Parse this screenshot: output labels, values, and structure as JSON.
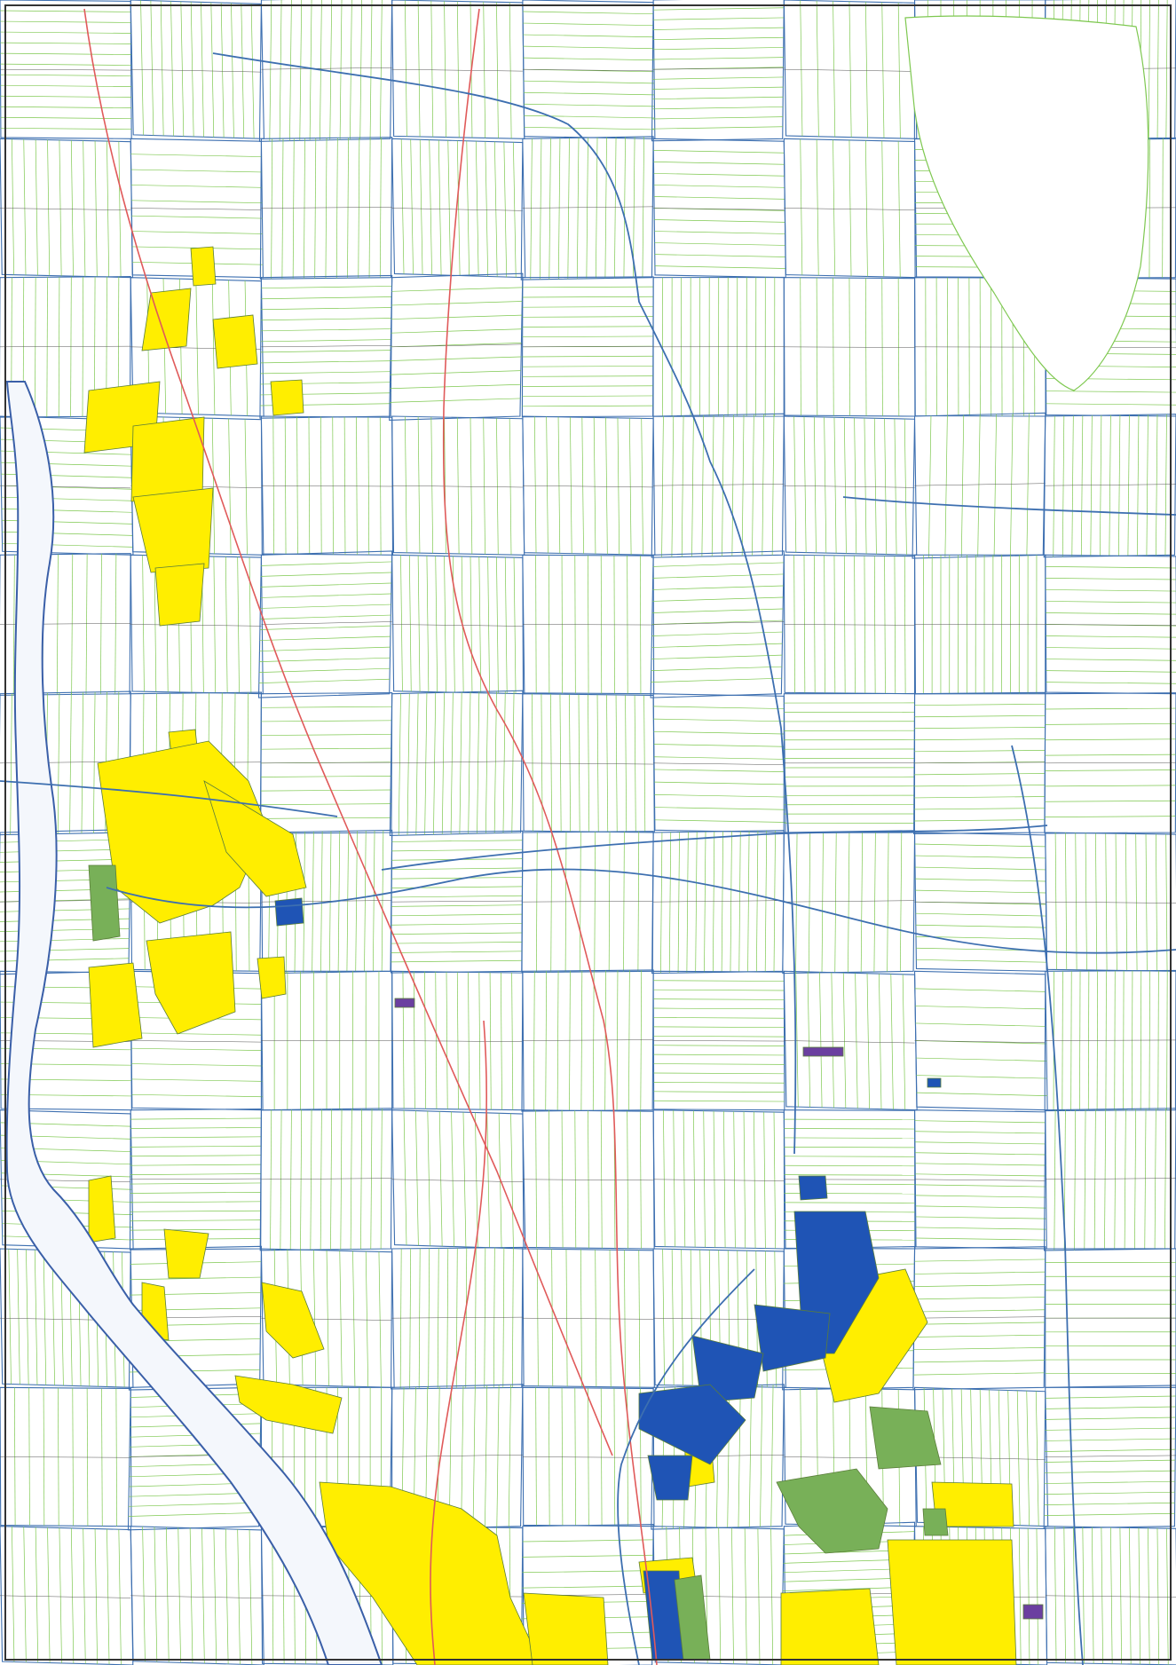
{
  "map": {
    "colors": {
      "background": "#ffffff",
      "parcel_line": "#7ec850",
      "road_line": "#3d6fb0",
      "dark_line": "#555555",
      "railway": "#e05a5a",
      "river": "#3a5fa8",
      "river_fill": "#f4f7fc",
      "yellow_zone": "#ffee00",
      "blue_zone": "#1f54b5",
      "green_zone": "#78b058",
      "purple_zone": "#6b3fa0"
    },
    "legend_categories": [
      "yellow_zone",
      "blue_zone",
      "green_zone",
      "purple_zone"
    ],
    "feature_icons": [
      "river",
      "railway",
      "road",
      "parcel-grid",
      "zone-parcels"
    ]
  }
}
